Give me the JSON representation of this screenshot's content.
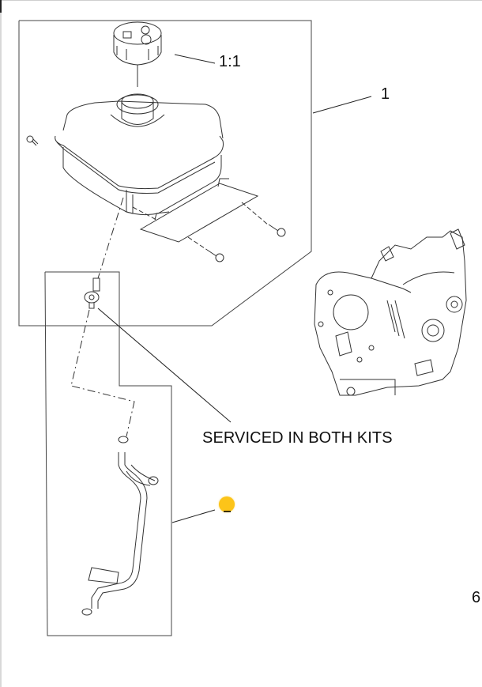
{
  "diagram": {
    "type": "exploded-parts-diagram",
    "subject": "Fuel tank assembly and fuel line",
    "callouts": [
      {
        "id": "1:1",
        "label": "1:1",
        "part": "fuel-cap"
      },
      {
        "id": "1",
        "label": "1",
        "part": "fuel-tank-kit"
      },
      {
        "id": "serviced",
        "label": "SERVICED IN BOTH KITS",
        "part": "fuel-shutoff-valve"
      },
      {
        "id": "6",
        "label": "6",
        "part": "engine-crankcase"
      }
    ],
    "hotspot": {
      "color": "#fcc419",
      "target": "fuel-line-kit"
    },
    "colors": {
      "line": "#333333",
      "background": "#ffffff"
    }
  }
}
